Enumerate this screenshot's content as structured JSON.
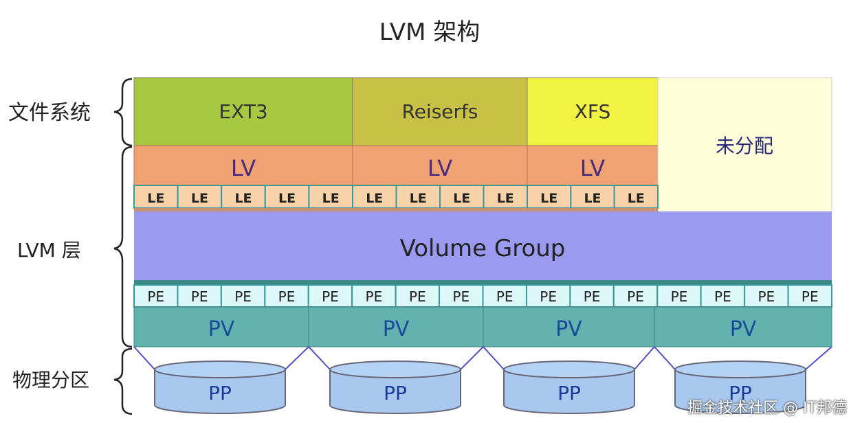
{
  "title": "LVM 架构",
  "layers": {
    "fs": "文件系统",
    "lvm": "LVM 层",
    "physical": "物理分区"
  },
  "filesystems": [
    {
      "label": "EXT3",
      "color": "#a9c842"
    },
    {
      "label": "Reiserfs",
      "color": "#c9c046"
    },
    {
      "label": "XFS",
      "color": "#f2f243"
    }
  ],
  "unallocated": {
    "label": "未分配",
    "color": "#ffffd9"
  },
  "lvs": [
    "LV",
    "LV",
    "LV"
  ],
  "le_counts": [
    5,
    4,
    3
  ],
  "le_label": "LE",
  "volume_group": "Volume Group",
  "pe_label": "PE",
  "pe_count": 16,
  "pvs": [
    "PV",
    "PV",
    "PV",
    "PV"
  ],
  "pps": [
    "PP",
    "PP",
    "PP",
    "PP"
  ],
  "colors": {
    "lv": "#f0a272",
    "le": "#f8d2a8",
    "vg": "#9a9af0",
    "pe": "#dcf8f8",
    "pv": "#62b2b0",
    "pp": "#a8c8f0",
    "line": "#5050c8"
  },
  "watermark": "掘金技术社区 @ IT邦德"
}
